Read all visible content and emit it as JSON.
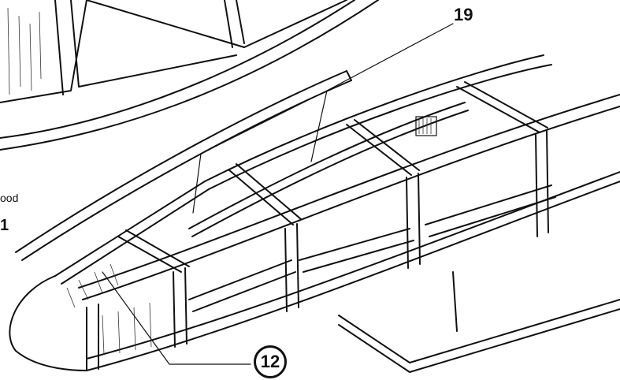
{
  "labels": {
    "part_19": "19",
    "part_12": "12",
    "edge_text": "ood",
    "edge_number": "1"
  },
  "colors": {
    "ink": "#111111",
    "paper": "#ffffff"
  }
}
